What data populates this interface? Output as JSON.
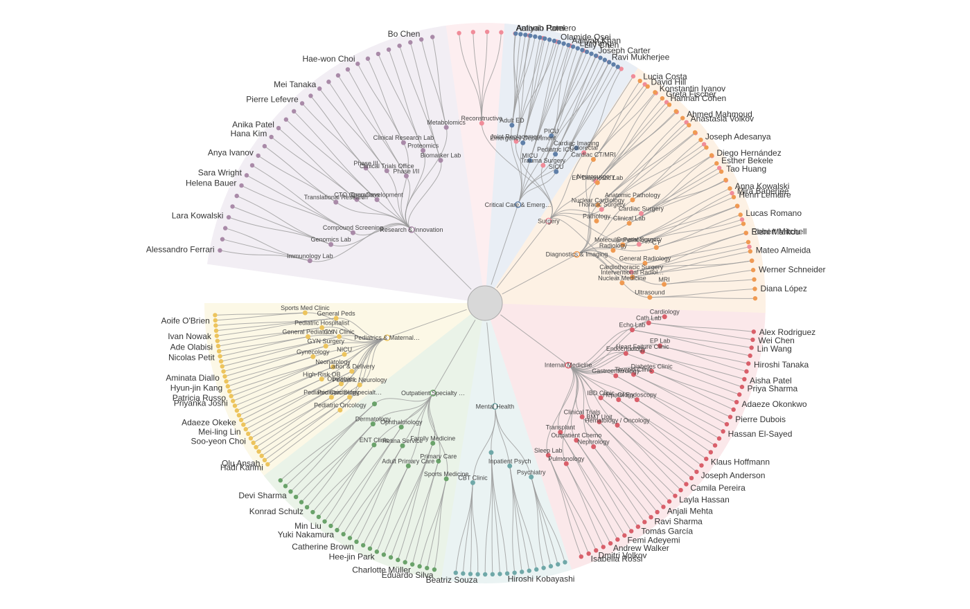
{
  "center": {
    "fill": "#d8d8d8",
    "stroke": "#a8a8a8"
  },
  "branches": [
    {
      "name": "Surgery",
      "color": "#f08c99",
      "bg": "#fdeef0",
      "start": -97,
      "end": -7.5,
      "children": [
        {
          "name": "Reconstructive",
          "leaves": 4
        },
        {
          "name": "Joint Replacement",
          "leaves": 4,
          "names": [
            "Antonio Romero"
          ]
        },
        {
          "name": "Trauma Surgery",
          "leaves": 4,
          "names": [
            "Aaliyah Khan"
          ]
        },
        {
          "name": "Colorectal",
          "leaves": 3
        },
        {
          "name": "Neurosurgery",
          "leaves": 3,
          "names": [
            "Konstantin Ivanov",
            "Hannah Cohen"
          ]
        },
        {
          "name": "Thoracic Surgery",
          "leaves": 3,
          "names": [
            "Anastasia Volkov"
          ]
        },
        {
          "name": "Cardiac Surgery",
          "leaves": 3,
          "names": [
            "Diego Hernández"
          ]
        },
        {
          "name": "General Surgery",
          "leaves": 3,
          "names": [
            "Mira Banerjee"
          ]
        },
        {
          "name": "Cardiothoracic Surgery",
          "leaves": 3,
          "names": [
            "Eleni Markou"
          ]
        }
      ]
    },
    {
      "name": "Research & Innovation",
      "color": "#a98aa8",
      "bg": "#f2eef4",
      "start": -170,
      "end": -100,
      "children": [
        {
          "name": "Immunology Lab",
          "leaves": 3,
          "names": [
            "Alessandro Ferrari"
          ]
        },
        {
          "name": "Genomics Lab",
          "leaves": 3,
          "names": [
            "Lara Kowalski"
          ]
        },
        {
          "name": "Compound Screening",
          "leaves": 3,
          "names": [
            "Helena Bauer",
            "Sara Wright"
          ]
        },
        {
          "name": "Translational Research",
          "leaves": 2,
          "names": [
            "Anya Ivanov"
          ]
        },
        {
          "name": "CTO Operations",
          "leaves": 2,
          "names": [
            "Hana Kim",
            "Anika Patel"
          ]
        },
        {
          "name": "Drug Development",
          "leaves": 2
        },
        {
          "name": "Phase III",
          "leaves": 2,
          "names": [
            "Pierre Lefevre"
          ]
        },
        {
          "name": "Clinical Trials Office",
          "leaves": 2,
          "names": [
            "Mei Tanaka"
          ]
        },
        {
          "name": "Phase I/II",
          "leaves": 2
        },
        {
          "name": "Clinical Research Lab",
          "leaves": 2,
          "names": [
            "Hae-won Choi"
          ]
        },
        {
          "name": "Proteomics",
          "leaves": 2
        },
        {
          "name": "Biomarker Lab",
          "leaves": 2
        },
        {
          "name": "Metabolomics",
          "leaves": 2,
          "names": [
            "Bo Chen"
          ]
        }
      ]
    },
    {
      "name": "Pediatrics & Maternal…",
      "color": "#ecc45d",
      "bg": "#fcf8e6",
      "start": 143,
      "end": 178,
      "children": [
        {
          "name": "Pediatric Oncology",
          "leaves": 1,
          "names": [
            "Hadi Karimi"
          ]
        },
        {
          "name": "Pediatric Subspecialt…",
          "leaves": 2,
          "names": [
            "Olu Ansah"
          ]
        },
        {
          "name": "Pediatric Neurology",
          "leaves": 1
        },
        {
          "name": "Pediatric Cardiology",
          "leaves": 2
        },
        {
          "name": "Obstetrics",
          "leaves": 2,
          "names": [
            "Soo-yeon Choi"
          ]
        },
        {
          "name": "Labor & Delivery",
          "leaves": 2,
          "names": [
            "Mei-ling Lin"
          ]
        },
        {
          "name": "High-Risk OB",
          "leaves": 2,
          "names": [
            "Adaeze Okeke"
          ]
        },
        {
          "name": "Neonatology",
          "leaves": 2
        },
        {
          "name": "NICU",
          "leaves": 3,
          "names": [
            "Priyanka Joshi",
            "Patricia Russo"
          ]
        },
        {
          "name": "Gynecology",
          "leaves": 2,
          "names": [
            "Hyun-jin Kang"
          ]
        },
        {
          "name": "GYN Surgery",
          "leaves": 2,
          "names": [
            "Aminata Diallo"
          ]
        },
        {
          "name": "GYN Clinic",
          "leaves": 2
        },
        {
          "name": "General Pediatrics",
          "leaves": 2,
          "names": [
            "Nicolas Petit"
          ]
        },
        {
          "name": "Pediatric Hospitalist",
          "leaves": 2,
          "names": [
            "Ade Olabisi"
          ]
        },
        {
          "name": "General Peds",
          "leaves": 3,
          "names": [
            "Ivan Nowak"
          ]
        },
        {
          "name": "Sports Med Clinic",
          "leaves": 2,
          "names": [
            "Aoife O'Brien"
          ]
        }
      ]
    },
    {
      "name": "Outpatient Specialty …",
      "color": "#6aa26a",
      "bg": "#eaf3e8",
      "start": 100,
      "end": 140,
      "children": [
        {
          "name": "Sports Medicine",
          "leaves": 3,
          "names": [
            "Eduardo Silva"
          ]
        },
        {
          "name": "Primary Care",
          "leaves": 2,
          "names": [
            "Charlotte Müller"
          ]
        },
        {
          "name": "Family Medicine",
          "leaves": 3
        },
        {
          "name": "Adult Primary Care",
          "leaves": 3,
          "names": [
            "Hee-jin Park"
          ]
        },
        {
          "name": "Retina Service",
          "leaves": 3,
          "names": [
            "Catherine Brown"
          ]
        },
        {
          "name": "Ophthalmology",
          "leaves": 2,
          "names": [
            "Yuki Nakamura"
          ]
        },
        {
          "name": "ENT Clinic",
          "leaves": 3,
          "names": [
            "Min Liu"
          ]
        },
        {
          "name": "Dermatology",
          "leaves": 3,
          "names": [
            "Konrad Schulz"
          ]
        },
        {
          "name": "Dermatology",
          "leaves": 3,
          "hideLabel": true,
          "names": [
            "Devi Sharma"
          ]
        }
      ]
    },
    {
      "name": "Mental Health",
      "color": "#6fa8a8",
      "bg": "#eaf3f3",
      "start": 72,
      "end": 97,
      "children": [
        {
          "name": "Psychiatry",
          "leaves": 4
        },
        {
          "name": "Inpatient Psych",
          "leaves": 4
        },
        {
          "name": "Psychiatry",
          "leaves": 4,
          "hideLabel": true,
          "names": [
            "Hiroshi Kobayashi"
          ]
        },
        {
          "name": "CBT Clinic",
          "leaves": 4,
          "names": [
            "Beatriz Souza"
          ]
        }
      ]
    },
    {
      "name": "Internal Medicine",
      "color": "#d95f6a",
      "bg": "#fbe8ea",
      "start": 3.5,
      "end": 70,
      "children": [
        {
          "name": "Cardiology",
          "leaves": 0
        },
        {
          "name": "Cath Lab",
          "leaves": 2,
          "names": [
            "Alex Rodriguez",
            "Wei Chen"
          ]
        },
        {
          "name": "Echo Lab",
          "leaves": 2,
          "names": [
            "Lin Wang"
          ]
        },
        {
          "name": "EP Lab",
          "leaves": 2,
          "names": [
            "Hiroshi Tanaka"
          ]
        },
        {
          "name": "Heart Failure Clinic",
          "leaves": 2,
          "names": [
            "Aisha Patel",
            "Priya Sharma"
          ]
        },
        {
          "name": "Endocrinology",
          "leaves": 1
        },
        {
          "name": "Diabetes Clinic",
          "leaves": 2,
          "names": [
            "Adaeze Okonkwo"
          ]
        },
        {
          "name": "Thyroid Clinic",
          "leaves": 2,
          "names": [
            "Pierre Dubois"
          ]
        },
        {
          "name": "Gastroenterology",
          "leaves": 2,
          "names": [
            "Hassan El-Sayed"
          ]
        },
        {
          "name": "GI Endoscopy",
          "leaves": 2
        },
        {
          "name": "Hepatology",
          "leaves": 2,
          "names": [
            "Klaus Hoffmann"
          ]
        },
        {
          "name": "IBD Clinic",
          "leaves": 2,
          "names": [
            "Joseph Anderson"
          ]
        },
        {
          "name": "Hematology / Oncology",
          "leaves": 2,
          "names": [
            "Camila Pereira"
          ]
        },
        {
          "name": "BMT Unit",
          "leaves": 2,
          "names": [
            "Layla Hassan"
          ]
        },
        {
          "name": "Clinical Trials",
          "leaves": 2,
          "names": [
            "Anjali Mehta"
          ]
        },
        {
          "name": "Nephrology",
          "leaves": 2,
          "names": [
            "Ravi Sharma"
          ]
        },
        {
          "name": "Outpatient Chemo",
          "leaves": 2,
          "names": [
            "Tomás García"
          ]
        },
        {
          "name": "Transplant",
          "leaves": 2,
          "names": [
            "Femi Adeyemi"
          ]
        },
        {
          "name": "Pulmonology",
          "leaves": 2,
          "names": [
            "Andrew Walker"
          ]
        },
        {
          "name": "Sleep Lab",
          "leaves": 3,
          "names": [
            "Dmitri Volkov",
            "Isabella Rossi"
          ]
        }
      ]
    },
    {
      "name": "Diagnostics & Imaging",
      "color": "#ef9a52",
      "bg": "#fdf1e4",
      "start": -56,
      "end": 0,
      "children": [
        {
          "name": "Cardiac CT/MRI",
          "leaves": 3,
          "names": [
            "Lucia Costa",
            "David Hill"
          ]
        },
        {
          "name": "EP Diagnostic Lab",
          "leaves": 3,
          "names": [
            "Greta Fischer"
          ]
        },
        {
          "name": "Nuclear Cardiology",
          "leaves": 3,
          "names": [
            "Ahmed Mahmoud"
          ]
        },
        {
          "name": "Anatomic Pathology",
          "leaves": 3,
          "names": [
            "Joseph Adesanya"
          ]
        },
        {
          "name": "Clinical Lab",
          "leaves": 3,
          "names": [
            "Esther Bekele",
            "Tao Huang"
          ]
        },
        {
          "name": "Molecular Pathology",
          "leaves": 3,
          "names": [
            "Anna Kowalski",
            "Henri Lemaire"
          ]
        },
        {
          "name": "CT",
          "leaves": 2,
          "names": [
            "Lucas Romano"
          ]
        },
        {
          "name": "General Radiology",
          "leaves": 2,
          "names": [
            "Robert Mitchell"
          ]
        },
        {
          "name": "Interventional Radiol…",
          "leaves": 2,
          "names": [
            "Mateo Almeida"
          ]
        },
        {
          "name": "MRI",
          "leaves": 2,
          "names": [
            "Werner Schneider"
          ]
        },
        {
          "name": "Ultrasound",
          "leaves": 2,
          "names": [
            "Diana López"
          ]
        }
      ]
    },
    {
      "name": "Critical Care & Emerg…",
      "color": "#5f7fa8",
      "bg": "#e9eef5",
      "start": -84,
      "end": -59,
      "children": [
        {
          "name": "Adult ED",
          "leaves": 5,
          "names": [
            "Aaliyah Patel"
          ]
        },
        {
          "name": "Emergency Department",
          "leaves": 4
        },
        {
          "name": "MICU",
          "leaves": 4,
          "names": [
            "Olamide Osei"
          ]
        },
        {
          "name": "PICU",
          "leaves": 4,
          "names": [
            "Liu Yang",
            "Lily Chen"
          ]
        },
        {
          "name": "Pediatric ICU",
          "leaves": 3,
          "names": [
            "Joseph Carter"
          ]
        },
        {
          "name": "SICU",
          "leaves": 3,
          "names": [
            "Ravi Mukherjee"
          ]
        },
        {
          "name": "Cardiac Imaging",
          "leaves": 0
        }
      ]
    }
  ],
  "extra_labels": [
    {
      "text": "Pathology",
      "branch": 6
    },
    {
      "text": "Radiology",
      "branch": 6
    },
    {
      "text": "Nuclear Medicine",
      "branch": 6
    }
  ]
}
